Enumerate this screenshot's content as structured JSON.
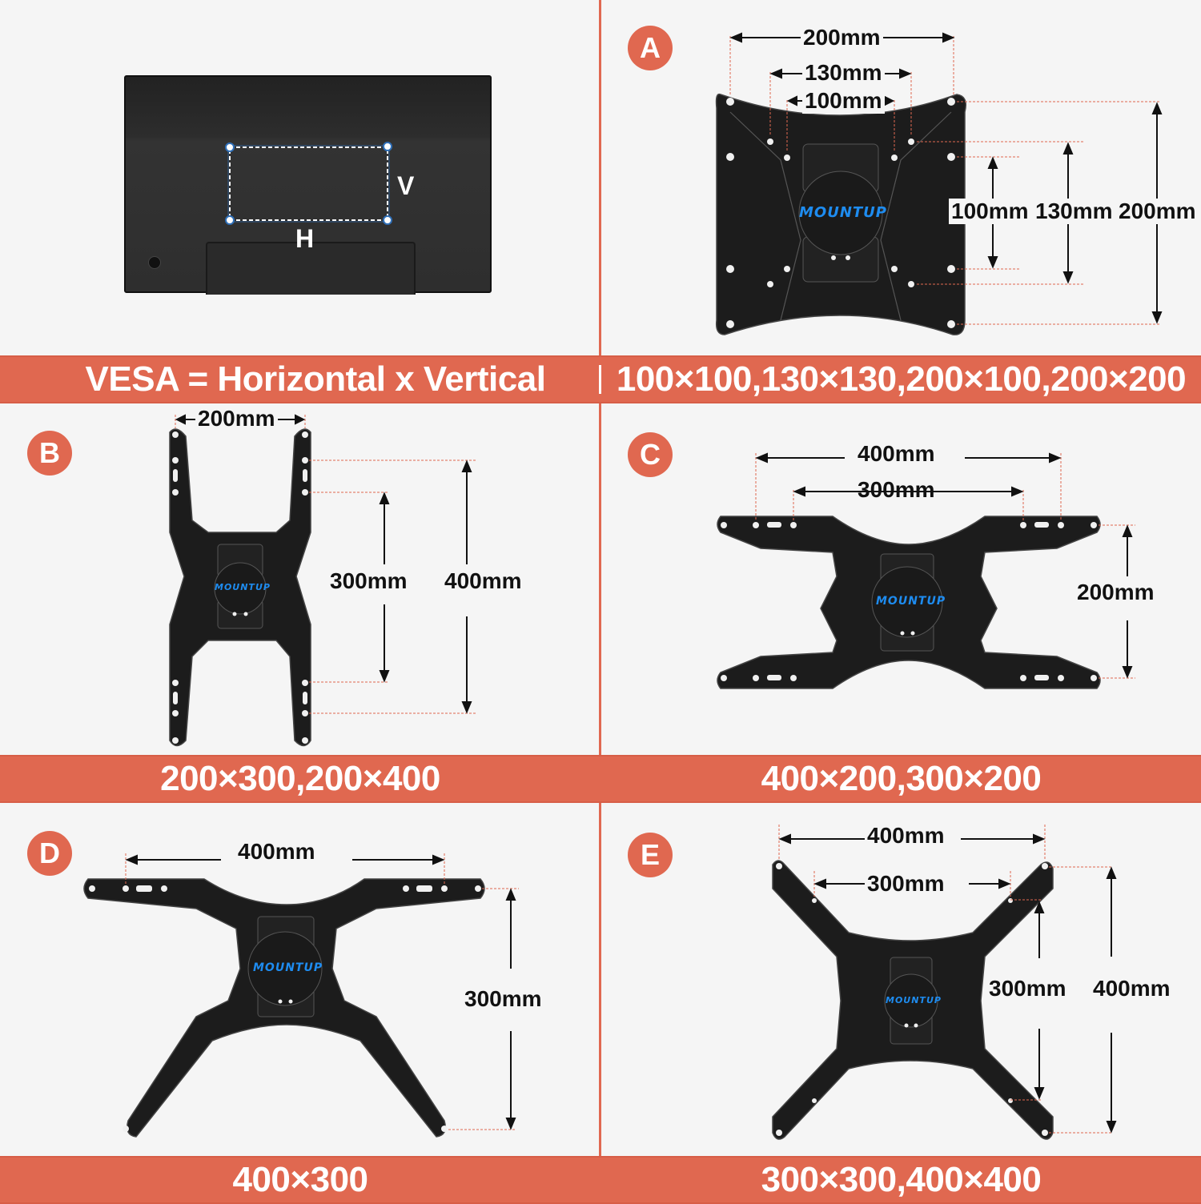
{
  "intro": {
    "caption": "VESA = Horizontal x Vertical",
    "h_label": "H",
    "v_label": "V"
  },
  "brand": "MOUNTUP",
  "panels": [
    {
      "id": "A",
      "badge": "A",
      "dims_horizontal": [
        "200mm",
        "130mm",
        "100mm"
      ],
      "dims_vertical": [
        "100mm",
        "130mm",
        "200mm"
      ],
      "caption": "100×100,130×130,200×100,200×200"
    },
    {
      "id": "B",
      "badge": "B",
      "dims_horizontal": [
        "200mm"
      ],
      "dims_vertical": [
        "300mm",
        "400mm"
      ],
      "caption": "200×300,200×400"
    },
    {
      "id": "C",
      "badge": "C",
      "dims_horizontal": [
        "400mm",
        "300mm"
      ],
      "dims_vertical": [
        "200mm"
      ],
      "caption": "400×200,300×200"
    },
    {
      "id": "D",
      "badge": "D",
      "dims_horizontal": [
        "400mm"
      ],
      "dims_vertical": [
        "300mm"
      ],
      "caption": "400×300"
    },
    {
      "id": "E",
      "badge": "E",
      "dims_horizontal": [
        "400mm",
        "300mm"
      ],
      "dims_vertical": [
        "300mm",
        "400mm"
      ],
      "caption": "300×300,400×400"
    }
  ],
  "colors": {
    "accent": "#e06850",
    "background": "#f5f5f5",
    "bracket": "#1c1c1c",
    "brand_logo": "#1e8cf0",
    "guide_line": "#e06850"
  }
}
